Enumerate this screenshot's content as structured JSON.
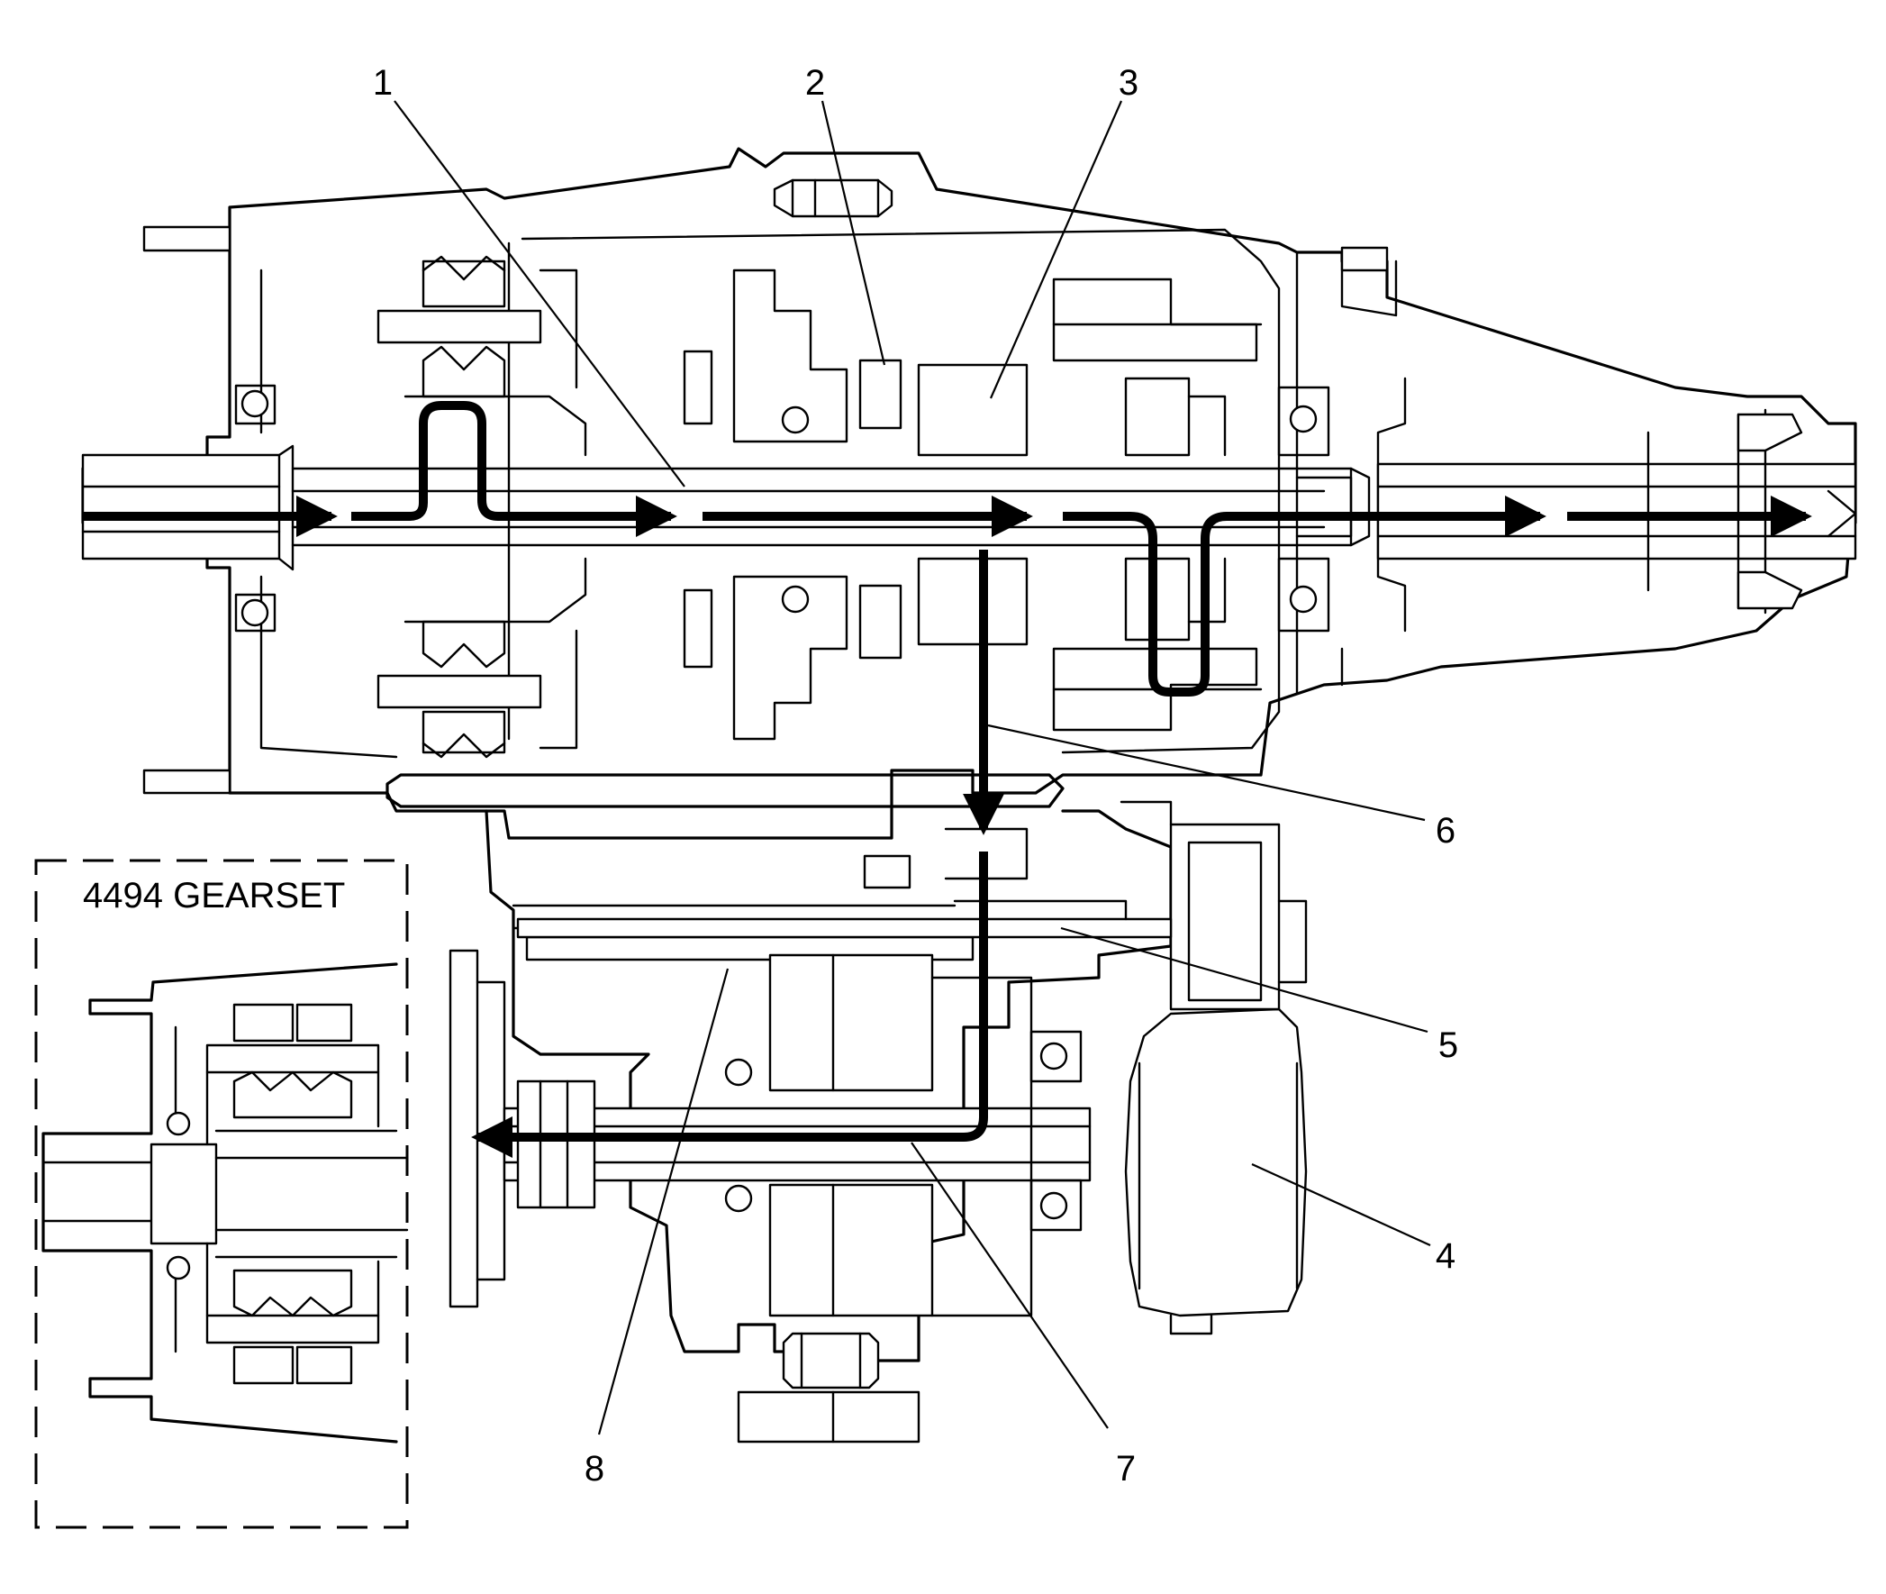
{
  "callouts": [
    {
      "num": "1"
    },
    {
      "num": "2"
    },
    {
      "num": "3"
    },
    {
      "num": "4"
    },
    {
      "num": "5"
    },
    {
      "num": "6"
    },
    {
      "num": "7"
    },
    {
      "num": "8"
    }
  ],
  "inset": {
    "label": "4494 GEARSET"
  },
  "colors": {
    "line": "#000000",
    "background": "#ffffff"
  }
}
